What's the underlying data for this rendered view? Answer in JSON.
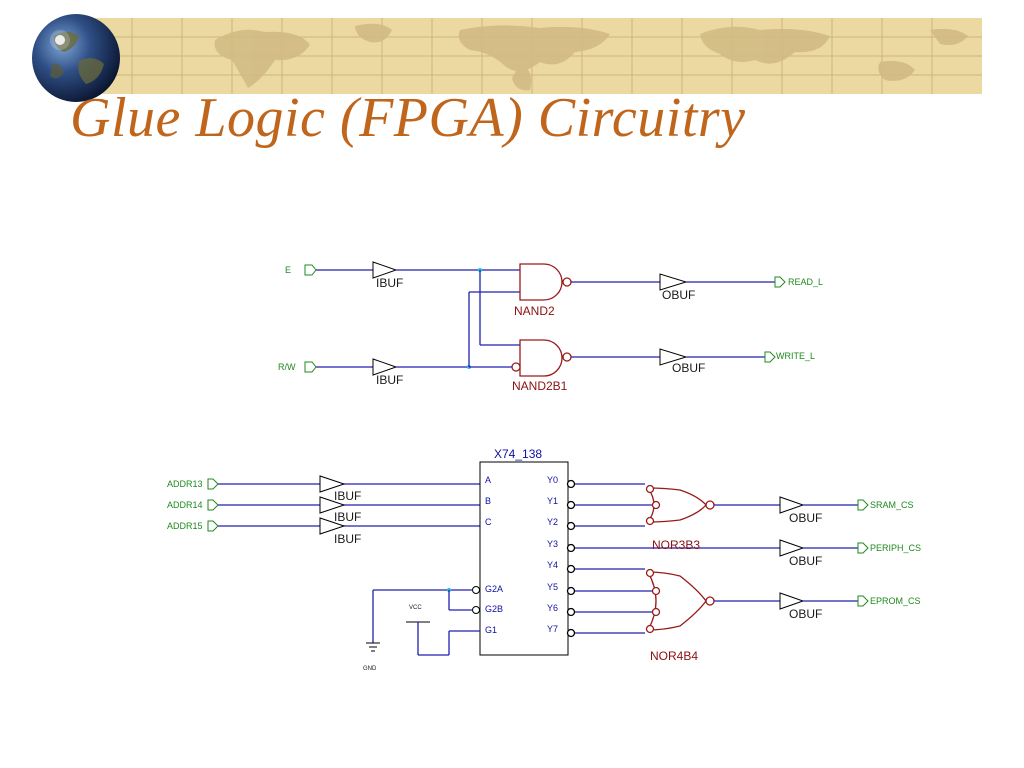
{
  "slide": {
    "title": "Glue Logic (FPGA) Circuitry"
  },
  "colors": {
    "title": "#c0661c",
    "banner": "#ecd9a2",
    "wire": "#2020b0",
    "gate": "#9a1a1a",
    "port": "#1e8a1e",
    "junction": "#20c0e0"
  },
  "schematic": {
    "ports": {
      "e": "E",
      "rw": "R/W",
      "read_l": "READ_L",
      "write_l": "WRITE_L",
      "addr13": "ADDR13",
      "addr14": "ADDR14",
      "addr15": "ADDR15",
      "sram_cs": "SRAM_CS",
      "periph_cs": "PERIPH_CS",
      "eprom_cs": "EPROM_CS"
    },
    "buffers": {
      "ibuf": "IBUF",
      "obuf": "OBUF"
    },
    "gates": {
      "nand2": "NAND2",
      "nand2b1": "NAND2B1",
      "nor3b3": "NOR3B3",
      "nor4b4": "NOR4B4"
    },
    "decoder": {
      "name": "X74_138",
      "inputs": [
        "A",
        "B",
        "C"
      ],
      "enables": [
        "G2A",
        "G2B",
        "G1"
      ],
      "outputs": [
        "Y0",
        "Y1",
        "Y2",
        "Y3",
        "Y4",
        "Y5",
        "Y6",
        "Y7"
      ]
    },
    "power": {
      "vcc": "VCC",
      "gnd": "GND"
    }
  }
}
